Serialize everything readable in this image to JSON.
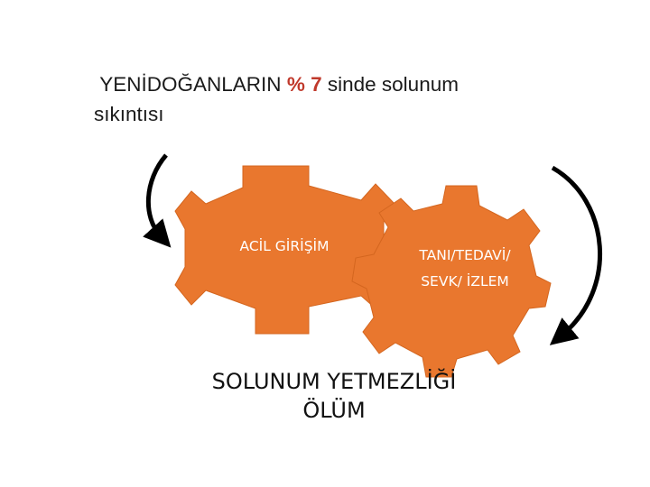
{
  "title": {
    "prefix": "YENİDOĞANLARIN",
    "highlight": "% 7",
    "suffix": "sinde solunum",
    "line2": "sıkıntısı"
  },
  "gears": {
    "left_label": "ACİL GİRİŞİM",
    "right_line1": "TANI/TEDAVİ/",
    "right_line2": "SEVK/ İZLEM"
  },
  "bottom": {
    "line1": "SOLUNUM YETMEZLİĞİ",
    "line2": "ÖLÜM"
  },
  "colors": {
    "gear": "#e9772e",
    "gear_edge": "#d4661f",
    "arrow": "#000000",
    "highlight": "#c0392b"
  }
}
